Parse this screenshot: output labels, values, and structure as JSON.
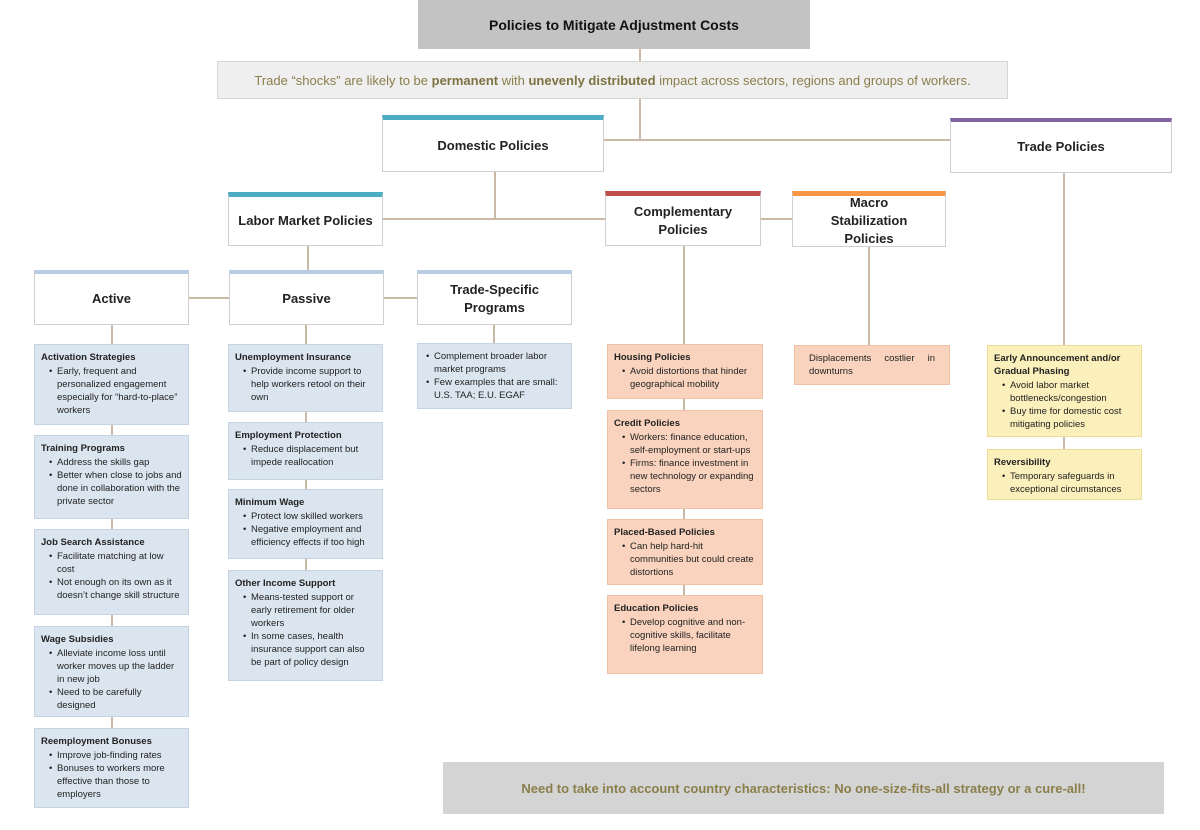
{
  "title": "Policies to Mitigate Adjustment Costs",
  "banner": {
    "p1": "Trade “shocks” are likely to be ",
    "b1": "permanent",
    "p2": " with ",
    "b2": "unevenly distributed",
    "p3": " impact across sectors, regions and groups of workers."
  },
  "headers": {
    "domestic": "Domestic Policies",
    "trade": "Trade Policies",
    "labor": "Labor Market Policies",
    "complementary": "Complementary Policies",
    "macro": "Macro Stabilization Policies",
    "active": "Active",
    "passive": "Passive",
    "trade_specific": "Trade-Specific Programs"
  },
  "colors": {
    "domestic_accent": "#4bacc6",
    "trade_accent": "#8064a2",
    "labor_accent": "#4bacc6",
    "complementary_accent": "#c0504d",
    "macro_accent": "#f79646",
    "sub_accent": "#b8cce4",
    "blue_card": "#dbe5f0",
    "peach_card": "#f9d3bd",
    "yellow_card": "#fbefbb"
  },
  "active_cards": [
    {
      "title": "Activation Strategies",
      "bullets": [
        "Early, frequent and personalized engagement especially for “hard-to-place” workers"
      ]
    },
    {
      "title": "Training Programs",
      "bullets": [
        "Address the skills gap",
        "Better when close to jobs and done in collaboration with the private sector"
      ]
    },
    {
      "title": "Job Search Assistance",
      "bullets": [
        "Facilitate matching at low cost",
        "Not enough on its own as it doesn’t change skill structure"
      ]
    },
    {
      "title": "Wage Subsidies",
      "bullets": [
        "Alleviate income loss until worker moves up the ladder in new job",
        "Need to be carefully designed"
      ]
    },
    {
      "title": "Reemployment Bonuses",
      "bullets": [
        "Improve job-finding rates",
        "Bonuses to workers more effective than those to employers"
      ]
    }
  ],
  "passive_cards": [
    {
      "title": "Unemployment Insurance",
      "bullets": [
        "Provide income support to help workers retool on their own"
      ]
    },
    {
      "title": "Employment Protection",
      "bullets": [
        "Reduce displacement but impede reallocation"
      ]
    },
    {
      "title": "Minimum Wage",
      "bullets": [
        "Protect low skilled workers",
        "Negative employment and efficiency effects if too high"
      ]
    },
    {
      "title": "Other Income Support",
      "bullets": [
        "Means-tested support or early retirement for older workers",
        "In some cases, health insurance support can also be part of policy design"
      ]
    }
  ],
  "trade_specific_card": {
    "bullets": [
      "Complement broader labor market programs",
      "Few examples that are small: U.S. TAA; E.U. EGAF"
    ]
  },
  "complementary_cards": [
    {
      "title": "Housing Policies",
      "bullets": [
        "Avoid distortions that hinder geographical mobility"
      ]
    },
    {
      "title": "Credit Policies",
      "bullets": [
        "Workers: finance education, self-employment or start-ups",
        "Firms: finance investment in new technology or expanding sectors"
      ]
    },
    {
      "title": "Placed-Based Policies",
      "bullets": [
        "Can help hard-hit communities but could create distortions"
      ]
    },
    {
      "title": "Education Policies",
      "bullets": [
        "Develop cognitive and non-cognitive skills, facilitate lifelong learning"
      ]
    }
  ],
  "macro_card": {
    "text": "Displacements costlier in downturns"
  },
  "trade_cards": [
    {
      "title": "Early Announcement and/or Gradual Phasing",
      "bullets": [
        "Avoid labor market bottlenecks/congestion",
        "Buy time for domestic cost mitigating policies"
      ]
    },
    {
      "title": "Reversibility",
      "bullets": [
        "Temporary safeguards in exceptional circumstances"
      ]
    }
  ],
  "footer": "Need to take into account country characteristics: No one-size-fits-all strategy or a cure-all!"
}
